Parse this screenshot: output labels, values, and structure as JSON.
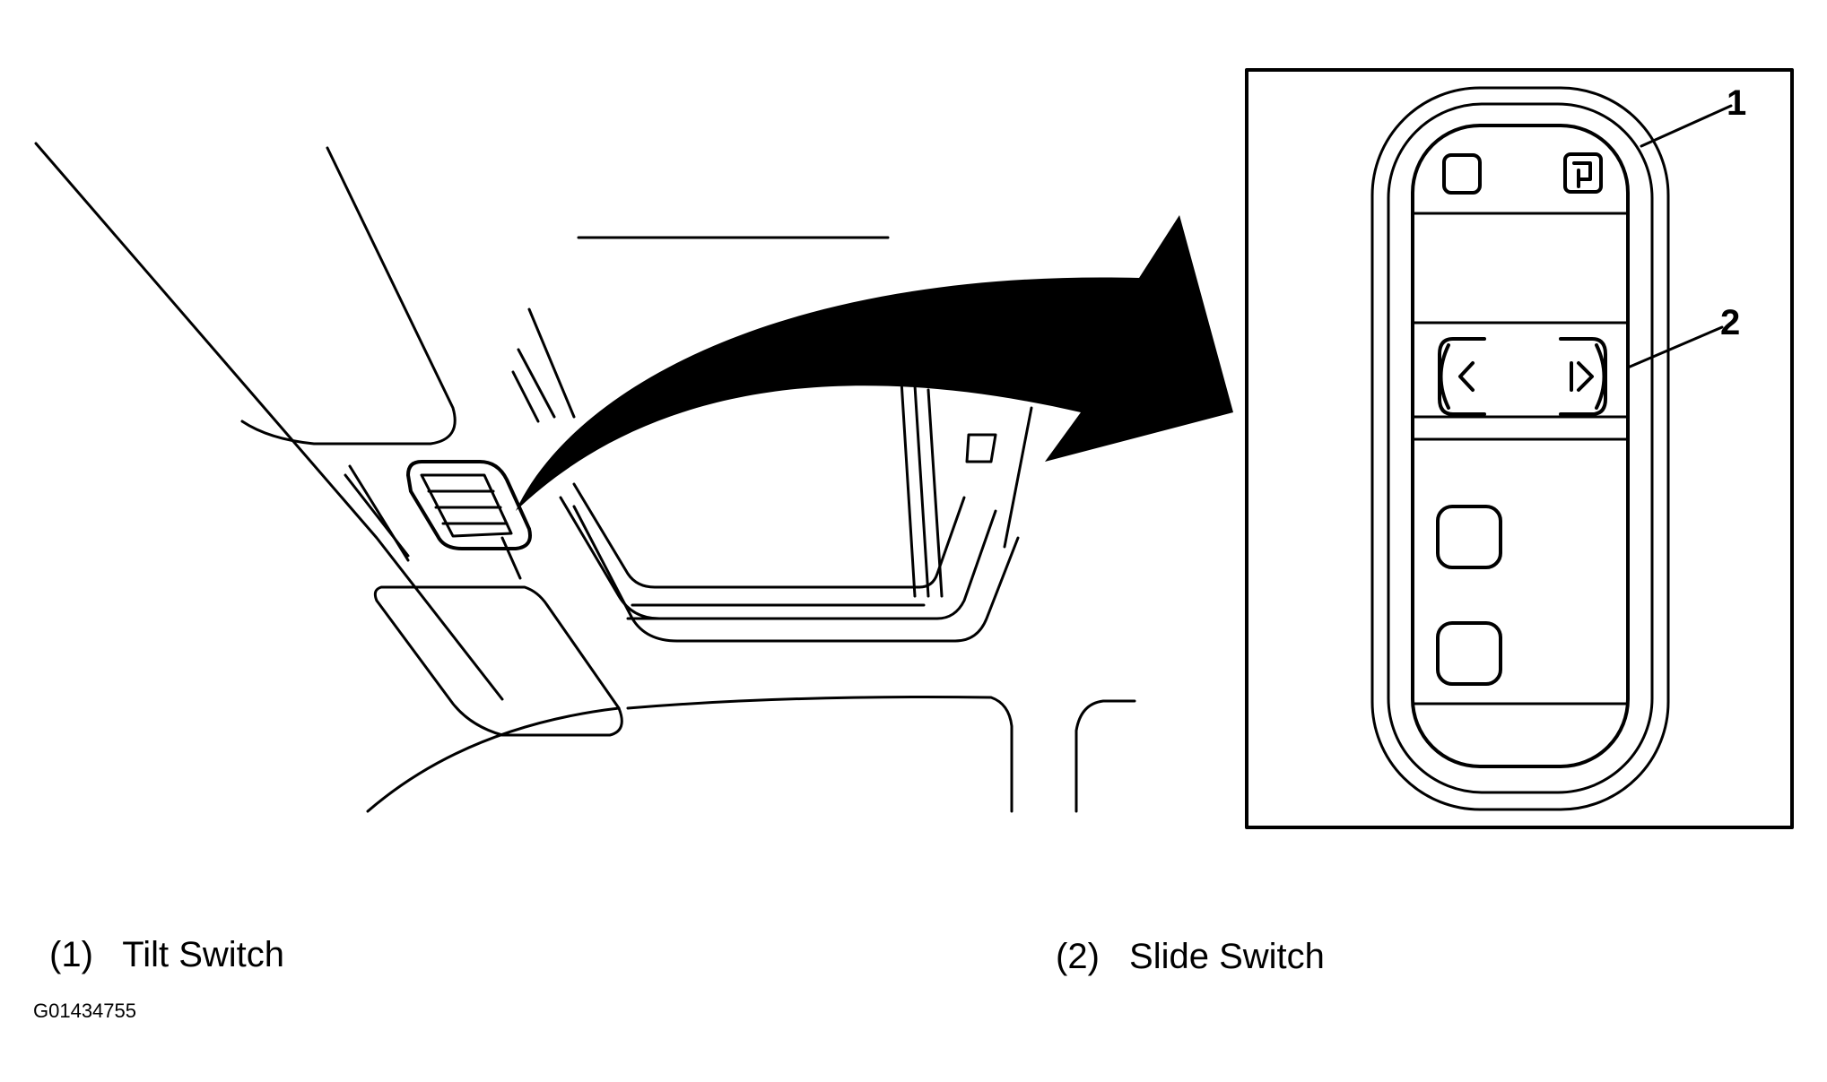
{
  "callouts": [
    {
      "number": "1",
      "name": "Tilt Switch"
    },
    {
      "number": "2",
      "name": "Slide Switch"
    }
  ],
  "captions": [
    {
      "number": "(1)",
      "label": "Tilt Switch"
    },
    {
      "number": "(2)",
      "label": "Slide Switch"
    }
  ],
  "figure_id": "G01434755",
  "colors": {
    "ink": "#000000",
    "background": "#ffffff"
  }
}
